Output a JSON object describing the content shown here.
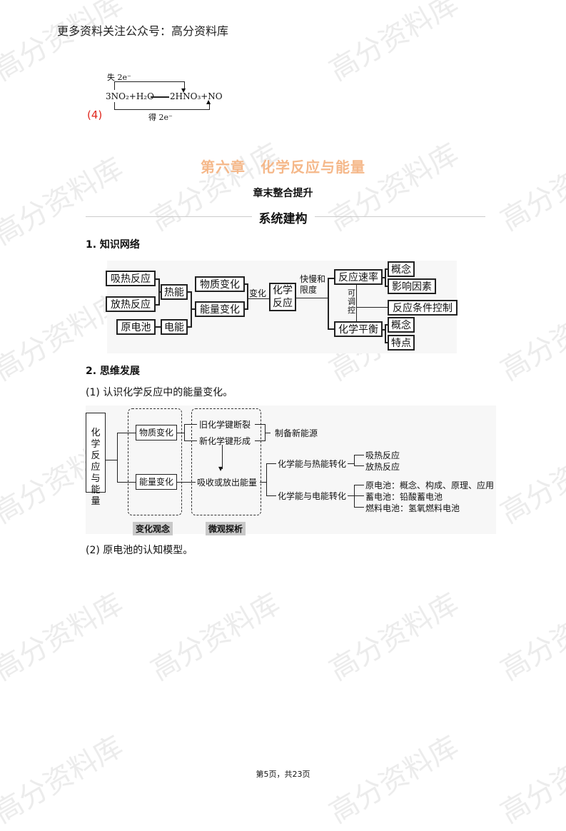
{
  "header": {
    "text": "更多资料关注公众号：高分资料库"
  },
  "watermark": {
    "text": "高分资料库"
  },
  "equation": {
    "label": "(4)",
    "formula_left": "3NO₂+H₂O",
    "formula_right": "2HNO₃+NO",
    "top_annotation": "失 2e⁻",
    "bottom_annotation": "得 2e⁻"
  },
  "chapter_title": "第六章　化学反应与能量",
  "subtitle": "章末整合提升",
  "section_title": "系统建构",
  "knowledge_network": {
    "heading": "1. 知识网络",
    "nodes": {
      "endothermic": "吸热反应",
      "exothermic": "放热反应",
      "heat_energy": "热能",
      "galvanic_cell": "原电池",
      "electric_energy": "电能",
      "matter_change": "物质变化",
      "energy_change": "能量变化",
      "change_label": "变化",
      "chem_reaction": "化学反应",
      "speed_limit_label": "快慢和限度",
      "reaction_rate": "反应速率",
      "rate_concept": "概念",
      "influencing_factors": "影响因素",
      "controllable_label": "可调控",
      "condition_control": "反应条件控制",
      "chem_equilibrium": "化学平衡",
      "eq_concept": "概念",
      "characteristics": "特点"
    }
  },
  "thinking": {
    "heading": "2. 思维发展",
    "item1": "(1) 认识化学反应中的能量变化。",
    "item2": "(2) 原电池的认知模型。",
    "diagram": {
      "root": "化学反应与能量",
      "matter_change": "物质变化",
      "energy_change": "能量变化",
      "old_bond_break": "旧化学键断裂",
      "new_bond_form": "新化学键形成",
      "absorb_release": "吸收或放出能量",
      "new_energy": "制备新能源",
      "chem_to_heat": "化学能与热能转化",
      "endothermic": "吸热反应",
      "exothermic": "放热反应",
      "chem_to_electric": "化学能与电能转化",
      "galvanic": "原电池：概念、构成、原理、应用",
      "storage": "蓄电池：铅酸蓄电池",
      "fuel": "燃料电池：氢氧燃料电池",
      "tag_change_concept": "变化观念",
      "tag_micro_analysis": "微观探析"
    }
  },
  "footer": {
    "page": "第5页，共23页"
  },
  "colors": {
    "title": "#f5b88a",
    "label_red": "#e0261c",
    "tag_bg": "#c8c8c8"
  }
}
